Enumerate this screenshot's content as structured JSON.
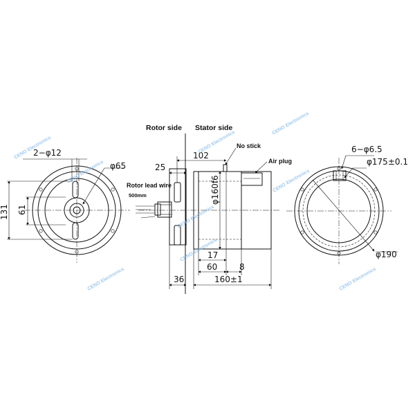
{
  "labels": {
    "rotor_side": "Rotor side",
    "stator_side": "Stator side",
    "no_stick": "No stick",
    "air_plug": "Air plug",
    "rotor_lead_wire": "Rotor lead wire",
    "lead_length": "500mm"
  },
  "dimensions": {
    "left_holes": "2−φ12",
    "left_bore": "φ65",
    "left_height_outer": "131",
    "left_height_inner": "61",
    "front_25": "25",
    "front_102": "102",
    "front_dia": "φ160f6",
    "front_17": "17",
    "front_60": "60",
    "front_8": "8",
    "front_36": "36",
    "front_length": "160±1",
    "right_holes": "6−φ6.5",
    "right_pcd": "φ175±0.1",
    "right_outer": "φ190"
  },
  "watermark": "CENO Electronics",
  "colors": {
    "line": "#111111",
    "watermark": "#7fb6e6"
  }
}
